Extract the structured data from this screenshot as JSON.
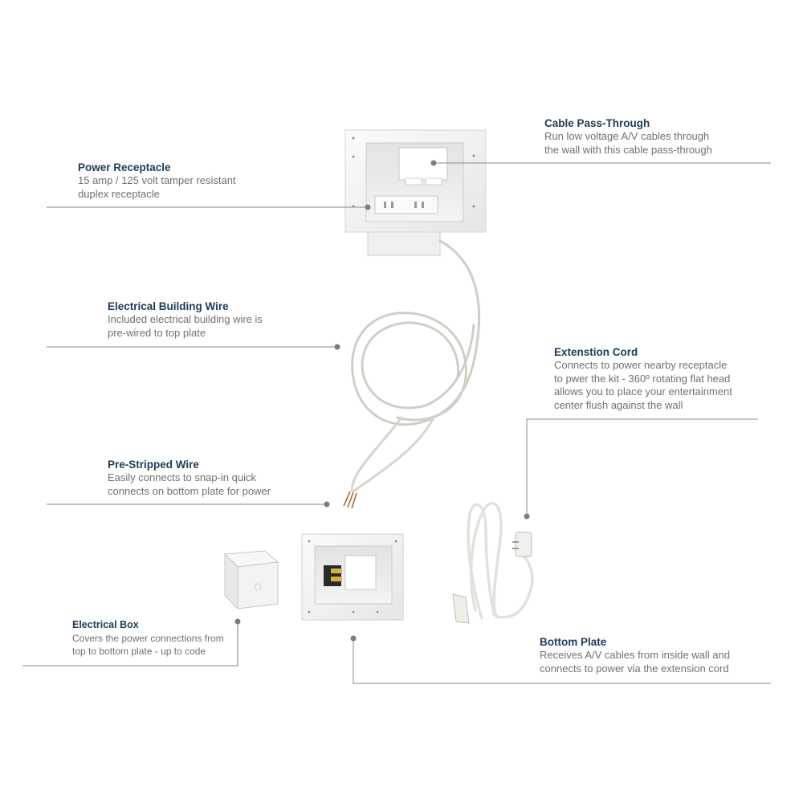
{
  "callouts": {
    "cable_pass_through": {
      "title": "Cable Pass-Through",
      "lines": [
        "Run low voltage A/V cables through",
        "the wall with this cable pass-through"
      ]
    },
    "power_receptacle": {
      "title": "Power Receptacle",
      "lines": [
        "15 amp / 125 volt tamper resistant",
        "duplex receptacle"
      ]
    },
    "electrical_building_wire": {
      "title": "Electrical Building Wire",
      "lines": [
        "Included electrical building wire is",
        "pre-wired to top plate"
      ]
    },
    "extension_cord": {
      "title": "Extenstion Cord",
      "lines": [
        "Connects to power nearby receptacle",
        "to pwer the kit - 360º rotating flat head",
        "allows you to place your entertainment",
        "center flush against the wall"
      ]
    },
    "pre_stripped_wire": {
      "title": "Pre-Stripped Wire",
      "lines": [
        "Easily connects to snap-in quick",
        "connects on bottom plate for power"
      ]
    },
    "electrical_box": {
      "title": "Electrical Box",
      "lines": [
        "Covers the power connections from",
        "top to bottom plate - up to code"
      ]
    },
    "bottom_plate": {
      "title": "Bottom Plate",
      "lines": [
        "Receives A/V cables from inside wall and",
        "connects to power via the extension cord"
      ]
    }
  },
  "colors": {
    "title": "#1d3a56",
    "description": "#707070",
    "leader_line": "#8a8a8a"
  }
}
